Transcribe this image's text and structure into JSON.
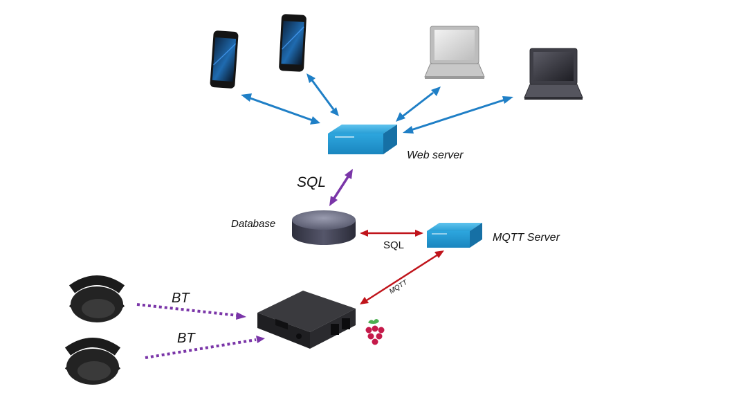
{
  "nodes": {
    "phone_1": {
      "icon": "smartphone-icon"
    },
    "phone_2": {
      "icon": "smartphone-icon"
    },
    "laptop_1": {
      "icon": "laptop-icon",
      "color": "#c8c8c8"
    },
    "laptop_2": {
      "icon": "laptop-icon",
      "color": "#4a4a55"
    },
    "web_server": {
      "icon": "server-box-icon",
      "label": "Web server",
      "color": "#29a3dc"
    },
    "database": {
      "icon": "database-cylinder-icon",
      "label": "Database",
      "color": "#3f4052"
    },
    "mqtt_server": {
      "icon": "server-box-icon",
      "label": "MQTT Server",
      "color": "#29a3dc"
    },
    "raspberry_pi": {
      "icon": "raspberry-pi-case-icon",
      "color": "#2a2a2c"
    },
    "raspberry_logo": {
      "icon": "raspberry-icon",
      "color": "#c51a4a"
    },
    "band_1": {
      "icon": "wristband-icon"
    },
    "band_2": {
      "icon": "wristband-icon"
    }
  },
  "connections": [
    {
      "from": "phone_1",
      "to": "web_server",
      "style": "bidirectional",
      "color": "#1f7fc6"
    },
    {
      "from": "phone_2",
      "to": "web_server",
      "style": "bidirectional",
      "color": "#1f7fc6"
    },
    {
      "from": "laptop_1",
      "to": "web_server",
      "style": "bidirectional",
      "color": "#1f7fc6"
    },
    {
      "from": "laptop_2",
      "to": "web_server",
      "style": "bidirectional",
      "color": "#1f7fc6"
    },
    {
      "from": "web_server",
      "to": "database",
      "style": "bidirectional",
      "color": "#7a35a8",
      "label": "SQL"
    },
    {
      "from": "database",
      "to": "mqtt_server",
      "style": "bidirectional",
      "color": "#c0141b",
      "label": "SQL"
    },
    {
      "from": "mqtt_server",
      "to": "raspberry_pi",
      "style": "bidirectional",
      "color": "#c0141b",
      "label": "MQTT"
    },
    {
      "from": "band_1",
      "to": "raspberry_pi",
      "style": "dotted-arrow",
      "color": "#7a35a8",
      "label": "BT"
    },
    {
      "from": "band_2",
      "to": "raspberry_pi",
      "style": "dotted-arrow",
      "color": "#7a35a8",
      "label": "BT"
    }
  ]
}
